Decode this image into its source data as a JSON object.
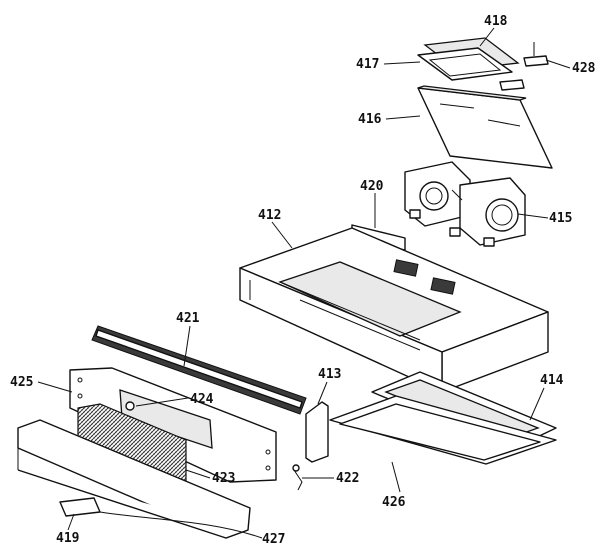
{
  "callouts": {
    "p412": "412",
    "p413": "413",
    "p414": "414",
    "p415": "415",
    "p416": "416",
    "p417": "417",
    "p418": "418",
    "p419": "419",
    "p420": "420",
    "p421": "421",
    "p422": "422",
    "p423": "423",
    "p424": "424",
    "p425": "425",
    "p426": "426",
    "p427": "427",
    "p428": "428"
  }
}
